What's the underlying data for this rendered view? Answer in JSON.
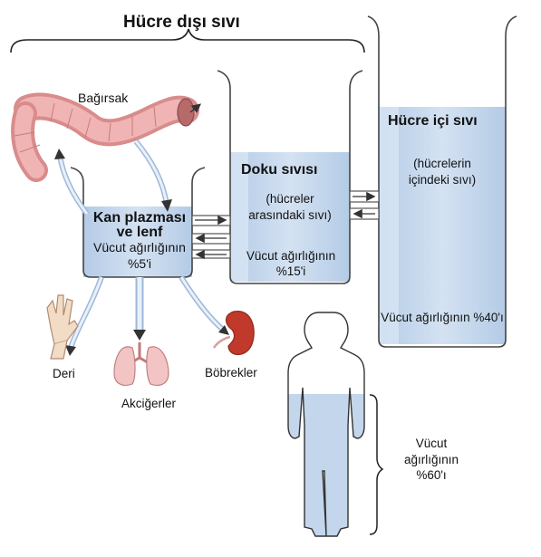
{
  "title": "Hücre dışı sıvı",
  "organs": {
    "intestine": "Bağırsak",
    "skin": "Deri",
    "lungs": "Akciğerler",
    "kidneys": "Böbrekler"
  },
  "compartments": {
    "plasma": {
      "name": "Kan plazması ve lenf",
      "percent_text": "Vücut ağırlığının %5'i"
    },
    "tissue": {
      "name": "Doku sıvısı",
      "note": "(hücreler arasındaki sıvı)",
      "percent_text": "Vücut ağırlığının %15'i"
    },
    "intracellular": {
      "name": "Hücre içi sıvı",
      "note": "(hücrelerin içindeki sıvı)",
      "percent_text": "Vücut ağırlığının %40'ı"
    }
  },
  "body_total": "Vücut ağırlığının %60'ı",
  "colors": {
    "fluid": "#c3d6ec",
    "fluid_dark": "#a9c3e2",
    "glass": "#444444",
    "intestine": "#e8a0a0",
    "kidney": "#c0392b"
  }
}
